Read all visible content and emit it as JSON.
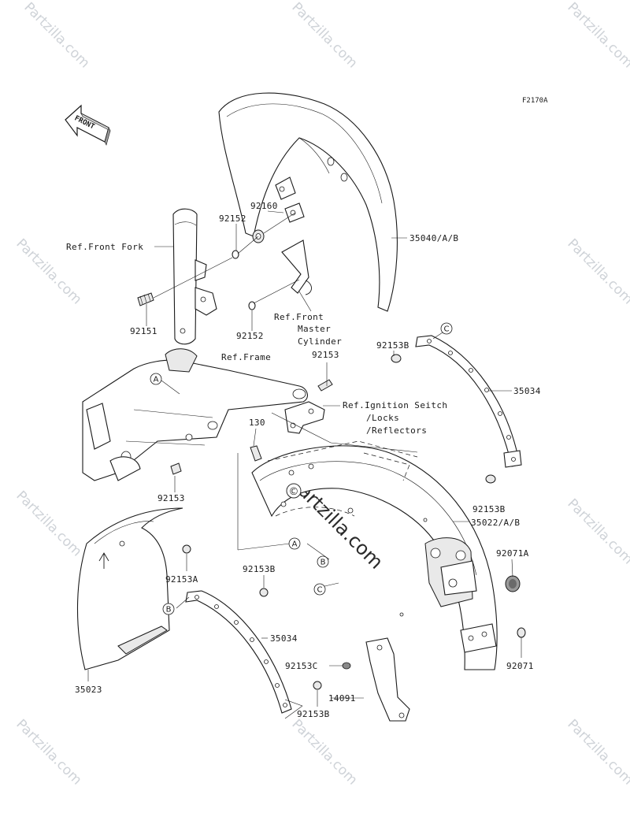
{
  "diagram": {
    "code": "F2170A",
    "arrow_label": "FRONT",
    "parts": [
      {
        "id": "p-35040",
        "label": "35040/A/B"
      },
      {
        "id": "p-92160",
        "label": "92160"
      },
      {
        "id": "p-92152-top",
        "label": "92152"
      },
      {
        "id": "p-92151",
        "label": "92151"
      },
      {
        "id": "p-92152-low",
        "label": "92152"
      },
      {
        "id": "p-92153b-top",
        "label": "92153B"
      },
      {
        "id": "p-35034-top",
        "label": "35034"
      },
      {
        "id": "p-92153",
        "label": "92153"
      },
      {
        "id": "p-130",
        "label": "130"
      },
      {
        "id": "p-92153b-mid",
        "label": "92153B"
      },
      {
        "id": "p-35022",
        "label": "35022/A/B"
      },
      {
        "id": "p-92153-low",
        "label": "92153"
      },
      {
        "id": "p-92071a",
        "label": "92071A"
      },
      {
        "id": "p-92153a",
        "label": "92153A"
      },
      {
        "id": "p-92153b-low",
        "label": "92153B"
      },
      {
        "id": "p-35034-low",
        "label": "35034"
      },
      {
        "id": "p-92153c",
        "label": "92153C"
      },
      {
        "id": "p-92071",
        "label": "92071"
      },
      {
        "id": "p-35023",
        "label": "35023"
      },
      {
        "id": "p-14091",
        "label": "14091"
      },
      {
        "id": "p-92153b-bottom",
        "label": "92153B"
      }
    ],
    "references": {
      "front_fork": "Ref.Front Fork",
      "front_master_1": "Ref.Front",
      "front_master_2": "Master",
      "front_master_3": "Cylinder",
      "frame": "Ref.Frame",
      "ignition_1": "Ref.Ignition Seitch",
      "ignition_2": "/Locks",
      "ignition_3": "/Reflectors"
    },
    "callouts": {
      "a": "A",
      "b": "B",
      "c": "C"
    }
  },
  "watermark": {
    "brand": "Partzilla.com",
    "symbol": "©"
  },
  "colors": {
    "ink": "#1a1a1a",
    "watermark": "#cfd3d8",
    "background": "#ffffff"
  }
}
